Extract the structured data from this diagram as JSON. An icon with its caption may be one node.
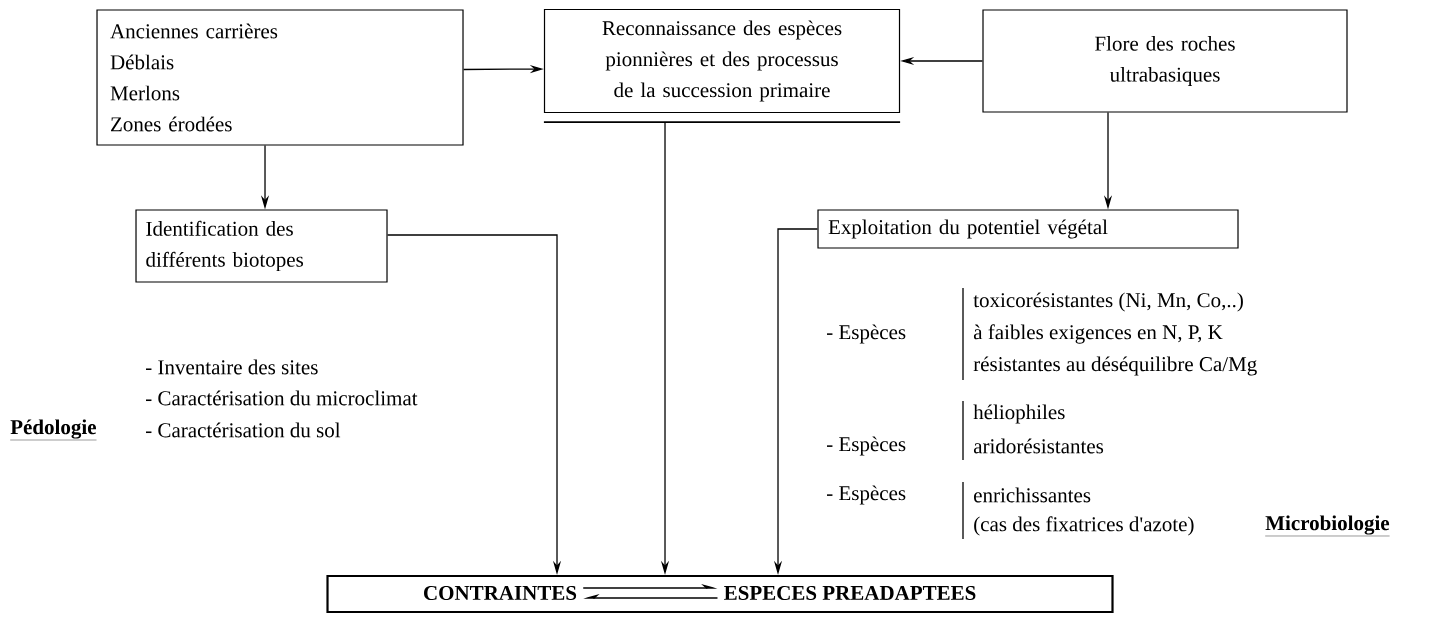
{
  "diagram": {
    "nodes": [
      {
        "text": [
          "Anciennes carrières",
          "Déblais",
          "Merlons",
          "Zones érodées"
        ]
      },
      {
        "text": [
          "Reconnaissance des espèces pionnières et des processus de la succession primaire"
        ]
      },
      {
        "text": [
          "Flore des roches ultrabasiques"
        ]
      },
      {
        "text": [
          "Identification des différents biotopes"
        ]
      },
      {
        "text": [
          "Exploitation du potentiel végétal"
        ]
      },
      {
        "text": [],
        "shape": "box"
      },
      {
        "text": [
          "CONTRAINTES"
        ],
        "in": 5
      },
      {
        "text": [
          "ESPECES PREADAPTEES"
        ],
        "in": 5
      }
    ],
    "edges": [
      {
        "from": 0,
        "to": 1,
        "arrow": "to"
      },
      {
        "from": 2,
        "to": 1,
        "arrow": "to"
      },
      {
        "from": 0,
        "to": 3,
        "arrow": "to"
      },
      {
        "from": 2,
        "to": 4,
        "arrow": "to"
      },
      {
        "from": 3,
        "to": 5,
        "arrow": "to"
      },
      {
        "from": 1,
        "to": 5,
        "arrow": "to"
      },
      {
        "from": 4,
        "to": 5,
        "arrow": "to"
      },
      {
        "from": 6,
        "to": 7,
        "arrow": "to"
      },
      {
        "from": 7,
        "to": 6,
        "arrow": "to"
      }
    ],
    "labels": [
      "- Inventaire des sites",
      "- Caractérisation du microclimat",
      "Pédologie",
      "- Caractérisation du sol",
      "toxicorésistantes (Ni, Mn, Co,..)",
      "- Espèces",
      "à faibles exigences en N, P, K",
      "résistantes au déséquilibre Ca/Mg",
      "héliophiles",
      "- Espèces",
      "aridorésistantes",
      "- Espèces",
      "enrichissantes",
      "(cas des fixatrices d'azote)",
      "Microbiologie"
    ]
  }
}
